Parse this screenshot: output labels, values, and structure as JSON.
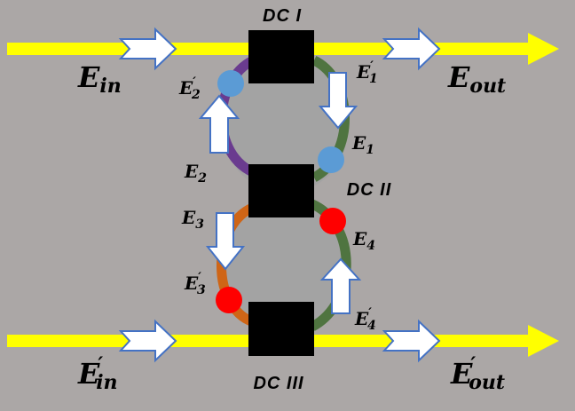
{
  "couplers": {
    "dc1": "DC I",
    "dc2": "DC II",
    "dc3": "DC III"
  },
  "fields": {
    "ein": {
      "base": "E",
      "sub": "in",
      "prime": ""
    },
    "eout": {
      "base": "E",
      "sub": "out",
      "prime": ""
    },
    "ein_p": {
      "base": "E",
      "sub": "in",
      "prime": "′"
    },
    "eout_p": {
      "base": "E",
      "sub": "out",
      "prime": "′"
    },
    "e1": {
      "base": "E",
      "sub": "1",
      "prime": ""
    },
    "e1_p": {
      "base": "E",
      "sub": "1",
      "prime": "′"
    },
    "e2": {
      "base": "E",
      "sub": "2",
      "prime": ""
    },
    "e2_p": {
      "base": "E",
      "sub": "2",
      "prime": "′"
    },
    "e3": {
      "base": "E",
      "sub": "3",
      "prime": ""
    },
    "e3_p": {
      "base": "E",
      "sub": "3",
      "prime": "′"
    },
    "e4": {
      "base": "E",
      "sub": "4",
      "prime": ""
    },
    "e4_p": {
      "base": "E",
      "sub": "4",
      "prime": "′"
    }
  },
  "colors": {
    "background": "#aba7a6",
    "ring_fill": "#a3a3a3",
    "waveguide": "#ffff00",
    "coupler": "#000000",
    "ring_upper_left": "#6a3b8f",
    "ring_upper_right": "#4f7440",
    "ring_lower_left": "#cf6516",
    "ring_lower_right": "#4f7440",
    "marker_blue": "#5b9bd5",
    "marker_red": "#ff0000",
    "flow_arrow_fill": "#ffffff",
    "flow_arrow_stroke": "#4472c4"
  }
}
